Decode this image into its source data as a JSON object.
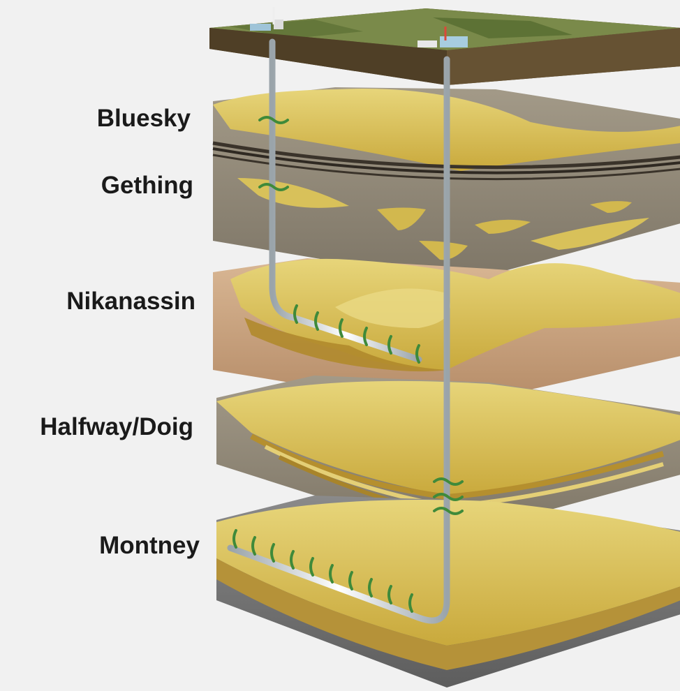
{
  "formations": [
    {
      "name": "Bluesky"
    },
    {
      "name": "Gething"
    },
    {
      "name": "Nikanassin"
    },
    {
      "name": "Halfway/Doig"
    },
    {
      "name": "Montney"
    }
  ],
  "colors": {
    "background": "#f1f1f1",
    "surface_grass": "#6f7b45",
    "surface_soil": "#5a4a2e",
    "sand_yellow": "#d8c15a",
    "shale_grey": "#8f8777",
    "clay_tan": "#caa582",
    "rock_grey": "#7d7d7d",
    "wellbore": "#e6ecef",
    "fracture_green": "#3f8a3a"
  }
}
